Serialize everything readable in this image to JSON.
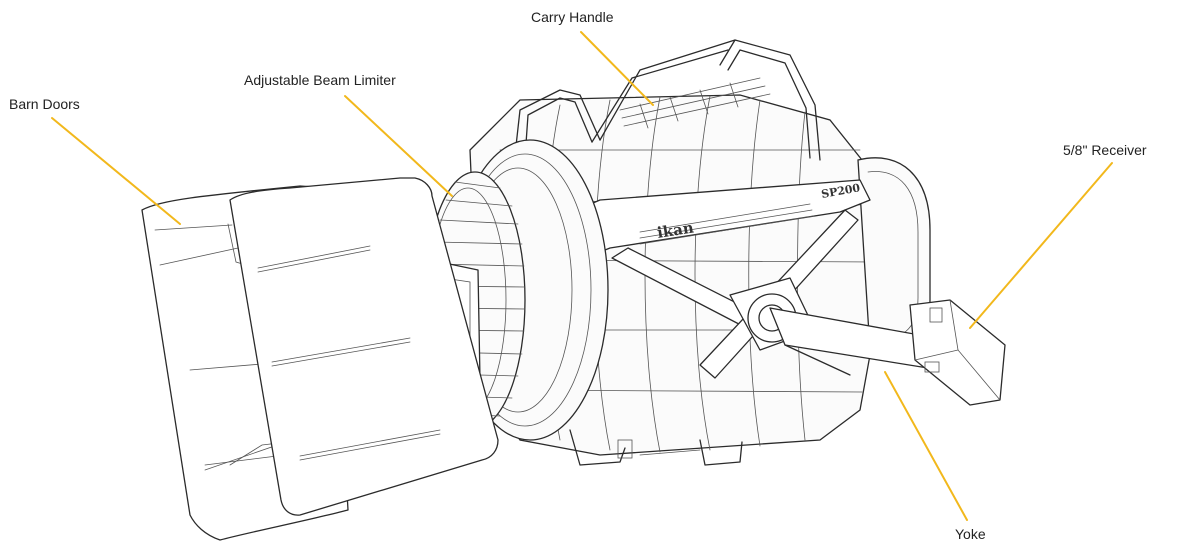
{
  "colors": {
    "leader_line": "#F2B81C",
    "line_art": "#2B2B2B",
    "background": "#FFFFFF"
  },
  "diagram": {
    "brand_mark": "ikan",
    "model_mark": "SP200",
    "callouts": [
      {
        "id": "carry-handle",
        "label": "Carry Handle"
      },
      {
        "id": "adjustable-beam-limiter",
        "label": "Adjustable Beam Limiter"
      },
      {
        "id": "barn-doors",
        "label": "Barn Doors"
      },
      {
        "id": "receiver",
        "label": "5/8\" Receiver"
      },
      {
        "id": "yoke",
        "label": "Yoke"
      }
    ]
  }
}
